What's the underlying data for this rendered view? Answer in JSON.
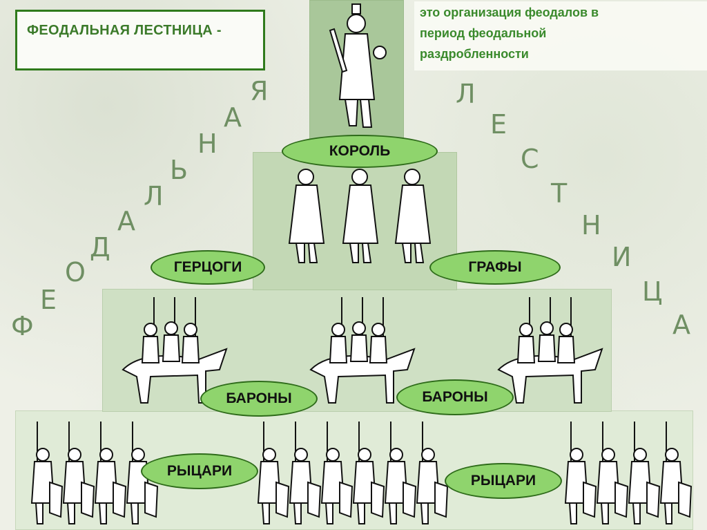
{
  "title": "ФЕОДАЛЬНАЯ ЛЕСТНИЦА -",
  "definition_lines": [
    "это организация феодалов в",
    "период феодальной",
    "раздробленности"
  ],
  "ranks": {
    "king": "КОРОЛЬ",
    "dukes": "ГЕРЦОГИ",
    "counts": "ГРАФЫ",
    "barons_left": "БАРОНЫ",
    "barons_right": "БАРОНЫ",
    "knights_left": "РЫЦАРИ",
    "knights_right": "РЫЦАРИ"
  },
  "arc_left": [
    "Ф",
    "Е",
    "О",
    "Д",
    "А",
    "Л",
    "Ь",
    "Н",
    "А",
    "Я"
  ],
  "arc_right": [
    "Л",
    "Е",
    "С",
    "Т",
    "Н",
    "И",
    "Ц",
    "А"
  ],
  "colors": {
    "pill_fill": "#8fd46d",
    "pill_border": "#2e6b1a",
    "title_border": "#2f7a1c",
    "text_green": "#3a8a2c"
  }
}
